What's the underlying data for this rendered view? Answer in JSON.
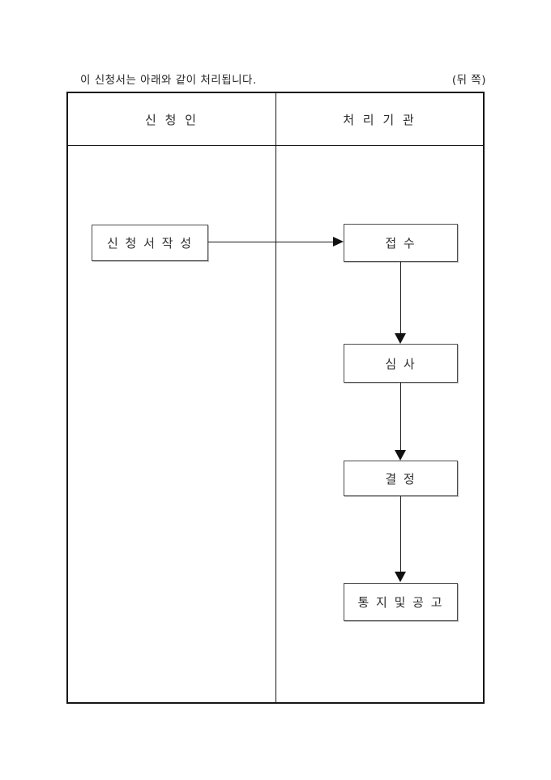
{
  "caption": {
    "note": "이 신청서는 아래와 같이 처리됩니다.",
    "back_side": "(뒤 쪽)"
  },
  "table": {
    "applicant_header": "신 청 인",
    "agency_header": "처 리 기 관"
  },
  "flow": {
    "applicant_step": "신 청 서 작 성",
    "agency_steps": [
      "접 수",
      "심 사",
      "결 정",
      "통 지 및 공 고"
    ]
  },
  "colors": {
    "table_border": "#161616",
    "box_border": "#4d4d4d",
    "arrow": "#111111",
    "text": "#2b2b2b",
    "background": "#ffffff"
  }
}
